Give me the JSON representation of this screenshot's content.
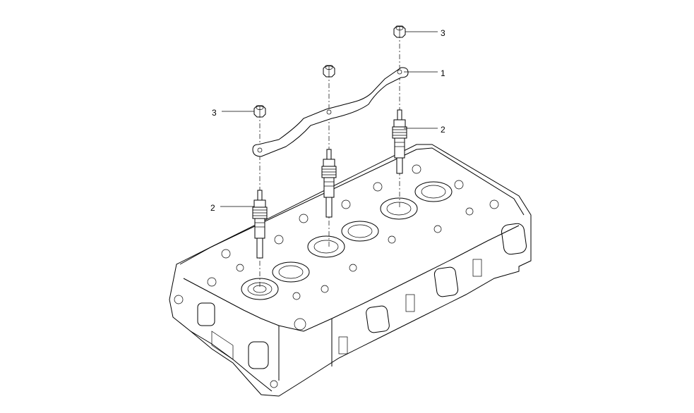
{
  "callouts": {
    "c1": "1",
    "c2a": "2",
    "c2b": "2",
    "c3a": "3",
    "c3b": "3"
  },
  "colors": {
    "line": "#000000",
    "background": "#ffffff"
  }
}
